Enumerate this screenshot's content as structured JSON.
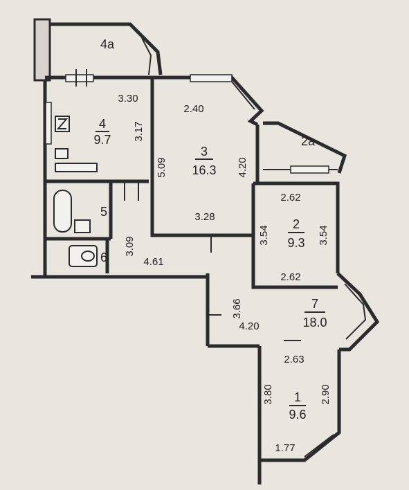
{
  "balconies": [
    {
      "id": "4a",
      "label": "4a"
    },
    {
      "id": "2a",
      "label": "2a"
    }
  ],
  "rooms": [
    {
      "number": "1",
      "area": "9.6"
    },
    {
      "number": "2",
      "area": "9.3"
    },
    {
      "number": "3",
      "area": "16.3"
    },
    {
      "number": "4",
      "area": "9.7"
    },
    {
      "number": "5",
      "area": ""
    },
    {
      "number": "6",
      "area": ""
    },
    {
      "number": "7",
      "area": "18.0"
    }
  ],
  "dimensions": {
    "kitchen_width": "3.30",
    "kitchen_depth": "3.17",
    "room3_top": "2.40",
    "room3_left": "5.09",
    "room3_right": "4.20",
    "room3_bottom": "3.28",
    "room2_top": "2.62",
    "room2_left": "3.54",
    "room2_right": "3.54",
    "room2_bottom": "2.62",
    "bath_height": "3.09",
    "corridor_width": "4.61",
    "hall_height": "3.66",
    "hall_width": "4.20",
    "room1_top": "2.63",
    "room1_left": "3.80",
    "room1_right": "2.90",
    "room1_bottom": "1.77"
  }
}
